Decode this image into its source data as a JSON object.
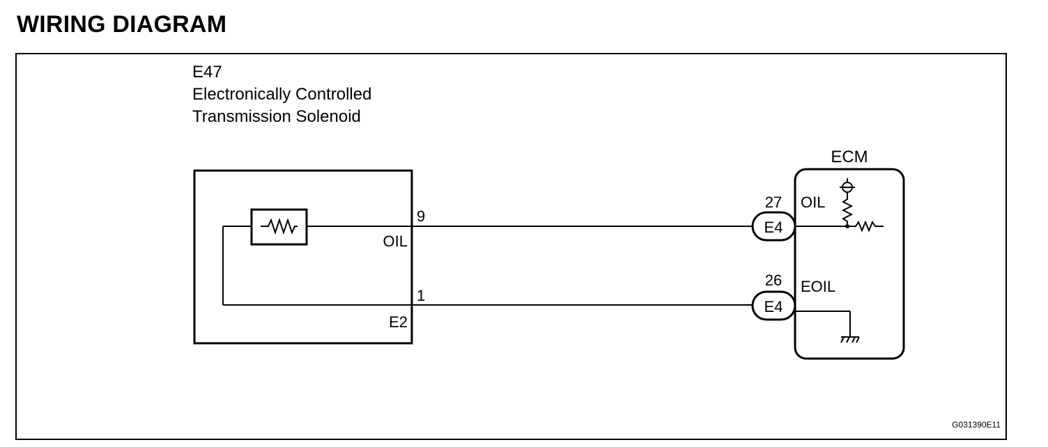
{
  "title": "WIRING DIAGRAM",
  "component": {
    "id": "E47",
    "name_line1": "Electronically Controlled",
    "name_line2": "Transmission Solenoid",
    "pins": [
      {
        "pin": "9",
        "label": "OIL"
      },
      {
        "pin": "1",
        "label": "E2"
      }
    ]
  },
  "ecm": {
    "title": "ECM",
    "terminals": [
      {
        "connector": "E4",
        "pin": "27",
        "label": "OIL"
      },
      {
        "connector": "E4",
        "pin": "26",
        "label": "EOIL"
      }
    ]
  },
  "figure_id": "G031390E11",
  "colors": {
    "line": "#000000",
    "background": "#ffffff"
  }
}
